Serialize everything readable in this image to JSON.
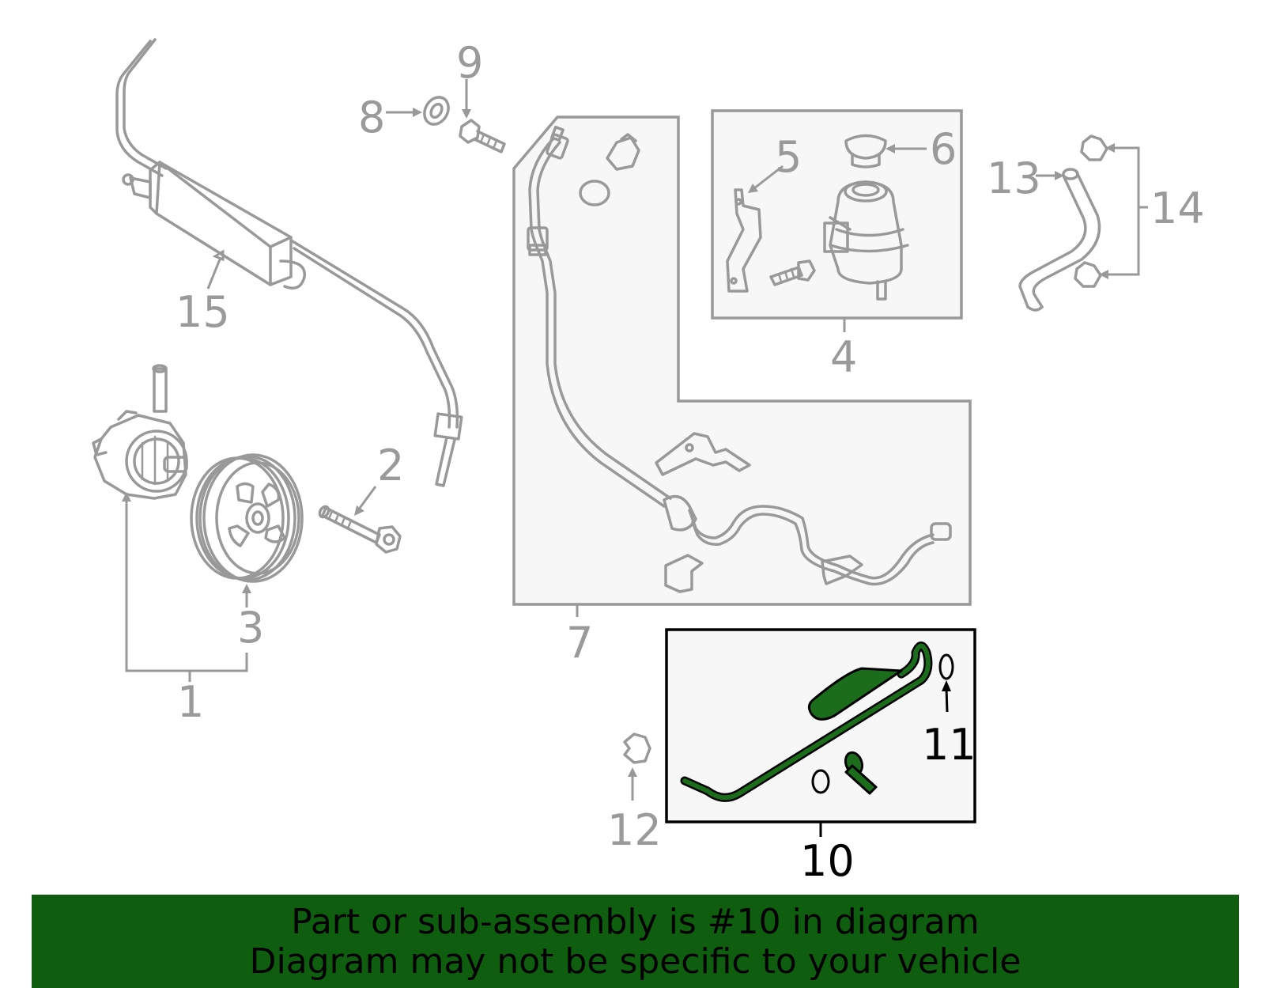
{
  "callouts": {
    "c1": "1",
    "c2": "2",
    "c3": "3",
    "c4": "4",
    "c5": "5",
    "c6": "6",
    "c7": "7",
    "c8": "8",
    "c9": "9",
    "c10": "10",
    "c11": "11",
    "c12": "12",
    "c13": "13",
    "c14": "14",
    "c15": "15"
  },
  "highlighted_part": "10",
  "banner": {
    "line1": "Part or sub-assembly is #10 in diagram",
    "line2": "Diagram may not be specific to your vehicle"
  },
  "colors": {
    "highlight": "#1b6d1b",
    "banner": "#0f5e0f",
    "part_gray": "#999999",
    "panel_fill": "#f7f7f7"
  }
}
